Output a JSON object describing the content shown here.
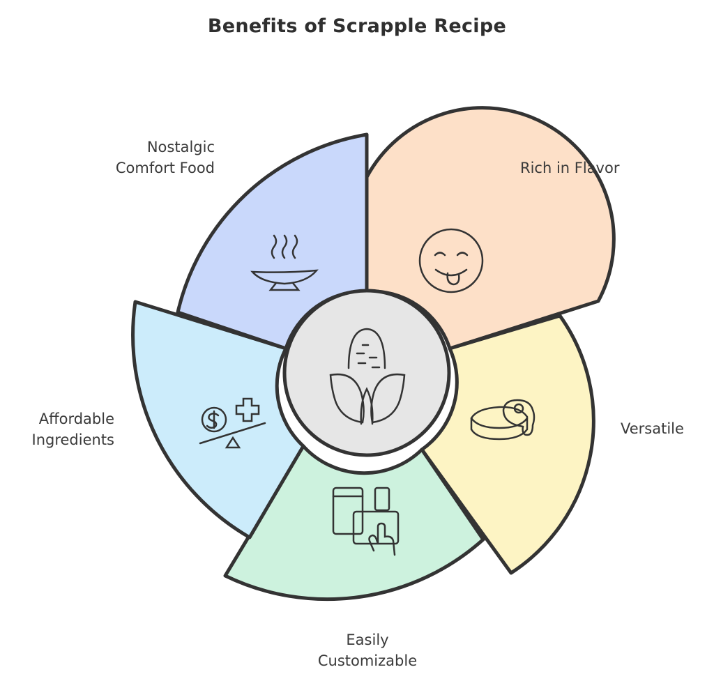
{
  "title": "Benefits of Scrapple Recipe",
  "center_icon": "corn-icon",
  "segments": [
    {
      "id": "nostalgic",
      "lines": [
        "Nostalgic",
        "Comfort Food"
      ],
      "icon": "steaming-bowl-icon",
      "color": "#c9d8fb"
    },
    {
      "id": "rich",
      "lines": [
        "Rich in Flavor"
      ],
      "icon": "tongue-out-face-icon",
      "color": "#fde0c8"
    },
    {
      "id": "versatile",
      "lines": [
        "Versatile"
      ],
      "icon": "egg-on-patty-icon",
      "color": "#fdf4c4"
    },
    {
      "id": "customizable",
      "lines": [
        "Easily",
        "Customizable"
      ],
      "icon": "device-tap-icon",
      "color": "#cdf2de"
    },
    {
      "id": "affordable",
      "lines": [
        "Affordable",
        "Ingredients"
      ],
      "icon": "money-health-balance-icon",
      "color": "#ccecfb"
    }
  ],
  "colors": {
    "outline": "#333333",
    "center_fill": "#e6e6e6"
  }
}
